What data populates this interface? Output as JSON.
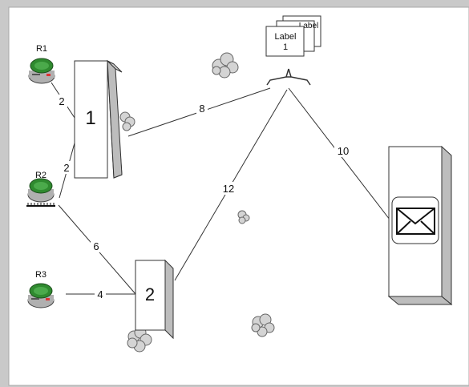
{
  "colors": {
    "frame": "#c9c9c9",
    "canvas": "#ffffff",
    "line": "#333333",
    "box_side": "#bdbdbd",
    "cloud": "#d4d4d4",
    "robot_green": "#2f8a2f",
    "robot_body": "#b0b0b0"
  },
  "robots": [
    {
      "id": "R1",
      "label": "R1"
    },
    {
      "id": "R2",
      "label": "R2"
    },
    {
      "id": "R3",
      "label": "R3"
    }
  ],
  "stations": [
    {
      "id": "s1",
      "label": "1"
    },
    {
      "id": "s2",
      "label": "2"
    },
    {
      "id": "mail",
      "label": "",
      "icon": "envelope-icon"
    }
  ],
  "label_stack": {
    "back": "Label",
    "front_line1": "Label",
    "front_line2": "1"
  },
  "edge_weights": {
    "r1_s1": "2",
    "r2_s1": "2",
    "r2_s2": "6",
    "r3_s2": "4",
    "s1_hub": "8",
    "s2_hub": "12",
    "hub_mail": "10"
  }
}
